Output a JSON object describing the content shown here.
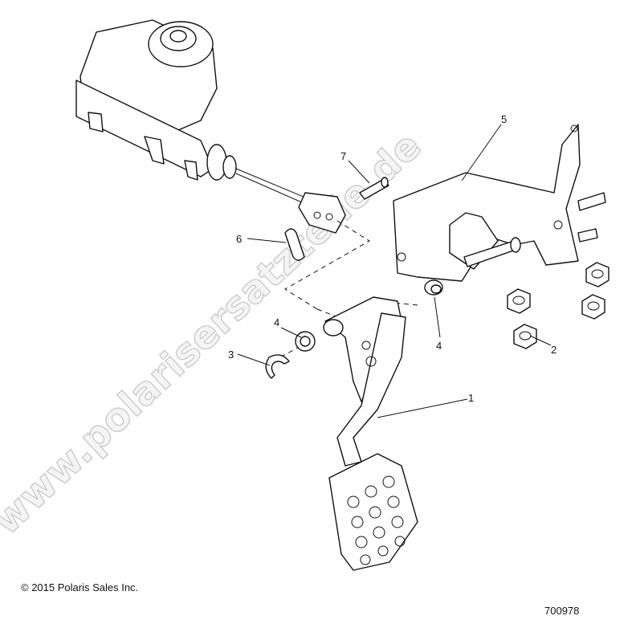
{
  "diagram": {
    "callouts": [
      {
        "id": "1",
        "label": "1"
      },
      {
        "id": "2",
        "label": "2"
      },
      {
        "id": "3",
        "label": "3"
      },
      {
        "id": "4a",
        "label": "4"
      },
      {
        "id": "4b",
        "label": "4"
      },
      {
        "id": "5",
        "label": "5"
      },
      {
        "id": "6",
        "label": "6"
      },
      {
        "id": "7",
        "label": "7"
      }
    ],
    "watermark": "www.polarisersatzteile.de",
    "copyright": "© 2015 Polaris Sales Inc.",
    "drawing_number": "700978"
  }
}
